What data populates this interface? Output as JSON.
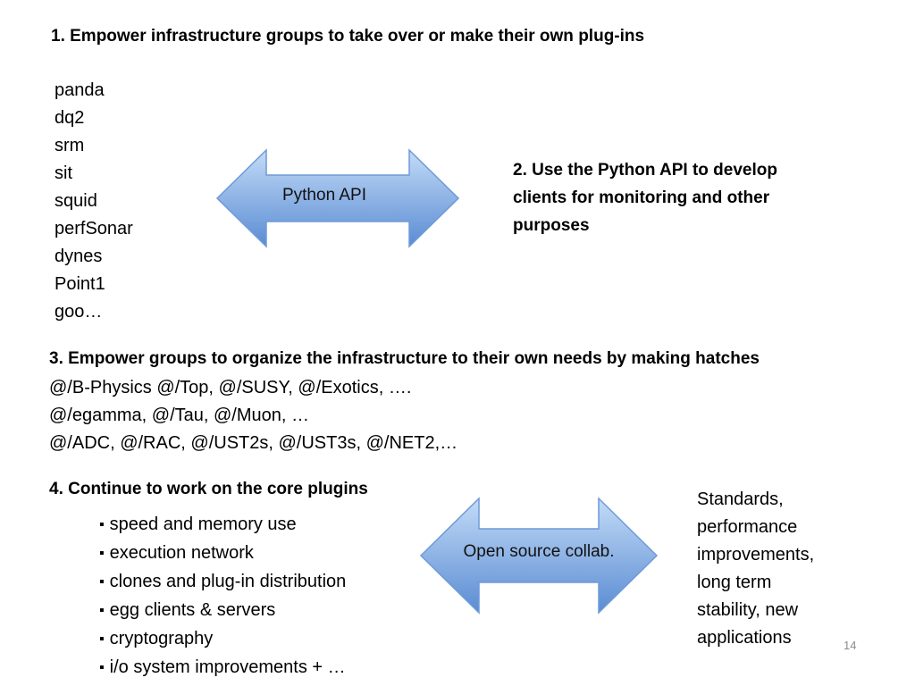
{
  "section1": {
    "heading": "1. Empower infrastructure groups to take over or make their own plug-ins",
    "plugins": [
      "panda",
      "dq2",
      "srm",
      "sit",
      "squid",
      "perfSonar",
      "dynes",
      "Point1",
      "goo…"
    ]
  },
  "arrow_top": {
    "label": "Python API"
  },
  "section2": {
    "lines": [
      "2. Use the Python API to develop",
      "clients for monitoring and other",
      "purposes"
    ]
  },
  "section3": {
    "heading": "3. Empower groups to organize the infrastructure to their own needs by making hatches",
    "lines": [
      "@/B-Physics @/Top, @/SUSY, @/Exotics, ….",
      "@/egamma, @/Tau, @/Muon, …",
      "@/ADC, @/RAC, @/UST2s, @/UST3s, @/NET2,…"
    ]
  },
  "section4": {
    "heading": "4. Continue to work on the core plugins",
    "bullets": [
      "speed and memory use",
      "execution network",
      "clones and plug-in distribution",
      "egg clients & servers",
      "cryptography",
      "i/o system improvements + …"
    ]
  },
  "arrow_bottom": {
    "label": "Open source collab."
  },
  "side_note": {
    "lines": [
      "Standards,",
      "performance",
      "improvements,",
      "long term",
      "stability, new",
      "applications"
    ]
  },
  "slide_number": "14",
  "colors": {
    "arrow_light": "#b9d3f3",
    "arrow_dark": "#5c8fd6",
    "arrow_stroke": "#6f9ad8"
  }
}
